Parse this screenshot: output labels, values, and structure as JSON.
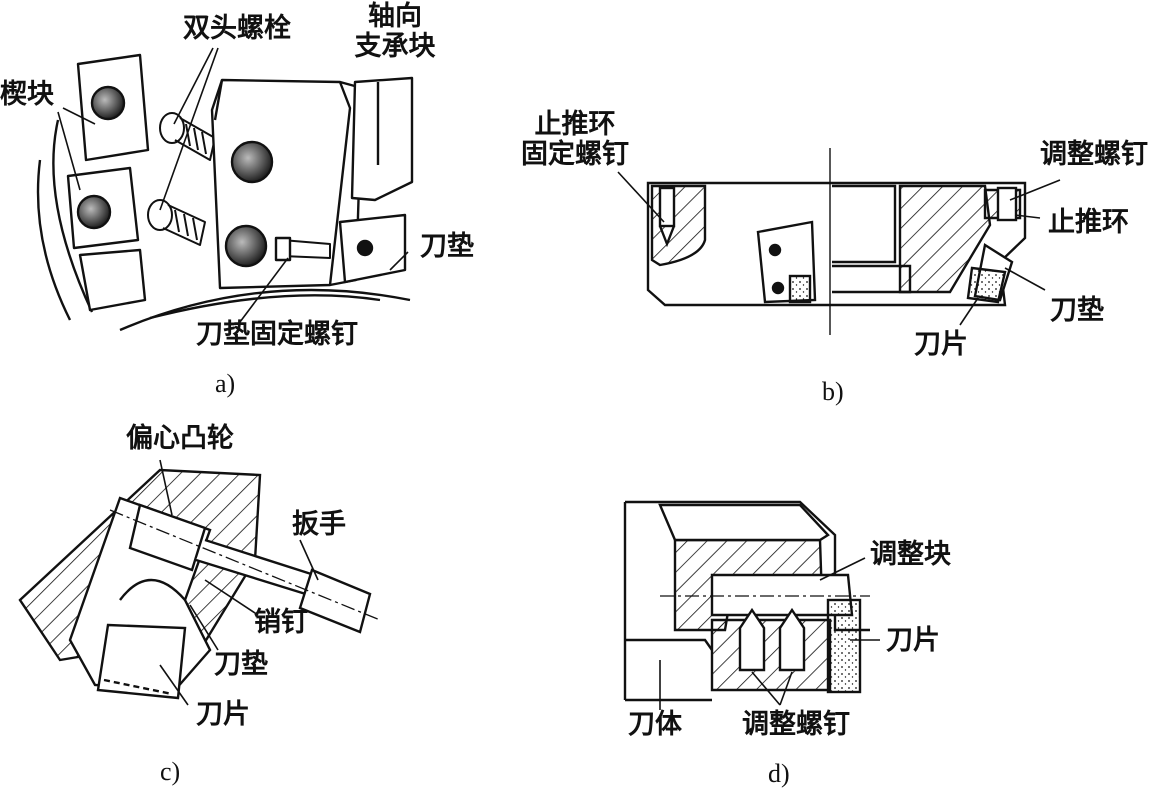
{
  "panels": {
    "a": {
      "caption": "a)",
      "labels": {
        "double_end_stud": "双头螺栓",
        "axial_bearing_line1": "轴向",
        "axial_bearing_line2": "支承块",
        "wedge": "楔块",
        "insert_seat": "刀垫",
        "seat_screw": "刀垫固定螺钉"
      }
    },
    "b": {
      "caption": "b)",
      "labels": {
        "stop_ring_screw_line1": "止推环",
        "stop_ring_screw_line2": "固定螺钉",
        "adjust_screw": "调整螺钉",
        "stop_ring": "止推环",
        "insert_seat": "刀垫",
        "blade": "刀片"
      }
    },
    "c": {
      "caption": "c)",
      "labels": {
        "eccentric_cam": "偏心凸轮",
        "wrench": "扳手",
        "pin": "销钉",
        "insert_seat": "刀垫",
        "blade": "刀片"
      }
    },
    "d": {
      "caption": "d)",
      "labels": {
        "adjust_block": "调整块",
        "blade": "刀片",
        "cutter_body": "刀体",
        "adjust_screw": "调整螺钉"
      }
    }
  }
}
